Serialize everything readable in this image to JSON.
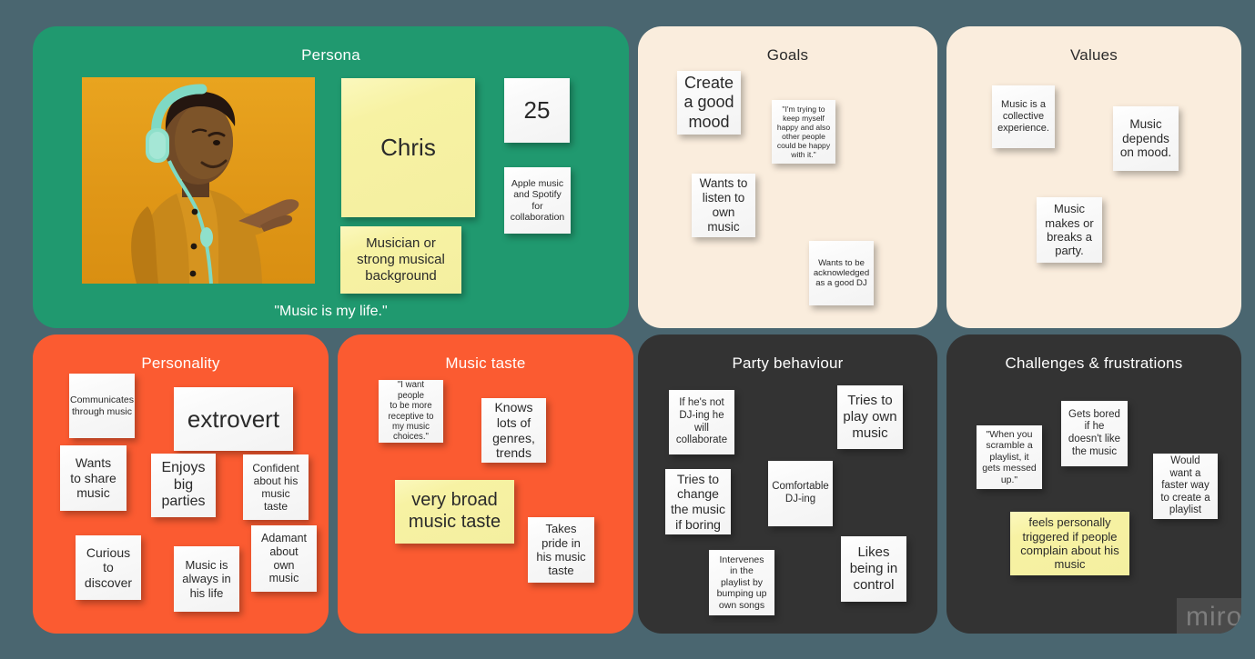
{
  "board": {
    "background_color": "#4a6670",
    "watermark": "miro"
  },
  "panels": {
    "persona": {
      "title": "Persona",
      "color": "#20996f",
      "quote": "\"Music is my life.\"",
      "photo_alt": "man-with-headphones-photo",
      "notes": [
        {
          "text": "Chris",
          "color": "#f7f3a6"
        },
        {
          "text": "Musician or\nstrong musical\nbackground",
          "color": "#f7f3a6"
        },
        {
          "text": "25",
          "color": "#f4f4f4"
        },
        {
          "text": "Apple music\nand Spotify\nfor\ncollaboration",
          "color": "#f4f4f4"
        }
      ]
    },
    "goals": {
      "title": "Goals",
      "color": "#faeddd",
      "notes": [
        {
          "text": "Create\na good\nmood"
        },
        {
          "text": "\"I'm trying to\nkeep myself\nhappy and also\nother people\ncould be happy\nwith it.\""
        },
        {
          "text": "Wants to\nlisten to\nown\nmusic"
        },
        {
          "text": "Wants to be\nacknowledged\nas a good DJ"
        }
      ]
    },
    "values": {
      "title": "Values",
      "color": "#faeddd",
      "notes": [
        {
          "text": "Music is a\ncollective\nexperience."
        },
        {
          "text": "Music\ndepends\non mood."
        },
        {
          "text": "Music\nmakes or\nbreaks a\nparty."
        }
      ]
    },
    "personality": {
      "title": "Personality",
      "color": "#fb5b31",
      "notes": [
        {
          "text": "Communicates\nthrough music"
        },
        {
          "text": "extrovert"
        },
        {
          "text": "Wants\nto share\nmusic"
        },
        {
          "text": "Enjoys\nbig\nparties"
        },
        {
          "text": "Confident\nabout his\nmusic\ntaste"
        },
        {
          "text": "Adamant\nabout\nown\nmusic"
        },
        {
          "text": "Curious\nto\ndiscover"
        },
        {
          "text": "Music is\nalways in\nhis life"
        }
      ]
    },
    "music_taste": {
      "title": "Music taste",
      "color": "#fb5b31",
      "notes": [
        {
          "text": "\"I want people\nto be more\nreceptive to\nmy music\nchoices.\""
        },
        {
          "text": "Knows\nlots of\ngenres,\ntrends"
        },
        {
          "text": "very broad\nmusic taste",
          "color": "#f7f3a6"
        },
        {
          "text": "Takes\npride in\nhis music\ntaste"
        }
      ]
    },
    "party_behaviour": {
      "title": "Party behaviour",
      "color": "#333333",
      "notes": [
        {
          "text": "If he's not\nDJ-ing he\nwill\ncollaborate"
        },
        {
          "text": "Tries to\nplay own\nmusic"
        },
        {
          "text": "Tries to\nchange\nthe music\nif boring"
        },
        {
          "text": "Comfortable\nDJ-ing"
        },
        {
          "text": "Intervenes\nin the\nplaylist by\nbumping up\nown songs"
        },
        {
          "text": "Likes\nbeing in\ncontrol"
        }
      ]
    },
    "challenges": {
      "title": "Challenges & frustrations",
      "color": "#333333",
      "notes": [
        {
          "text": "\"When you\nscramble a\nplaylist, it\ngets messed\nup.\""
        },
        {
          "text": "Gets bored\nif he\ndoesn't like\nthe music"
        },
        {
          "text": "Would\nwant a\nfaster way\nto create a\nplaylist"
        },
        {
          "text": "feels personally\ntriggered if people\ncomplain about his\nmusic",
          "color": "#f7f3a6"
        }
      ]
    }
  }
}
